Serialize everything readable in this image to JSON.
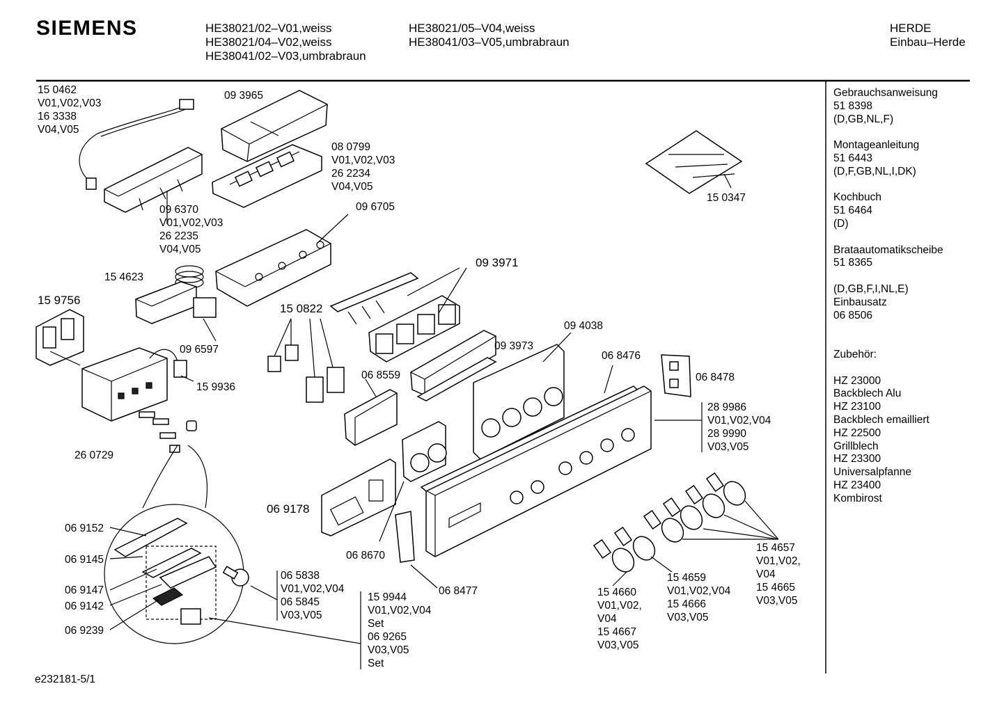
{
  "header": {
    "brand": "SIEMENS",
    "models_col1": [
      "HE38021/02–V01,weiss",
      "HE38021/04–V02,weiss",
      "HE38041/02–V03,umbrabraun"
    ],
    "models_col2": [
      "HE38021/05–V04,weiss",
      "HE38041/03–V05,umbrabraun"
    ],
    "category": "HERDE",
    "subcategory": "Einbau–Herde"
  },
  "labels": {
    "p150462": "15 0462",
    "p150462_v": "V01,V02,V03",
    "p163338": "16 3338",
    "p163338_v": "V04,V05",
    "p093965": "09 3965",
    "p080799": "08 0799",
    "p080799_v": "V01,V02,V03",
    "p262234": "26 2234",
    "p262234_v": "V04,V05",
    "p096370": "09 6370",
    "p096370_v": "V01,V02,V03",
    "p262235": "26 2235",
    "p262235_v": "V04,V05",
    "p096705": "09 6705",
    "p154623": "15 4623",
    "p159756": "15 9756",
    "p096597": "09 6597",
    "p159936": "15 9936",
    "p260729": "26 0729",
    "p150347": "15 0347",
    "p093971": "09 3971",
    "p150822": "15 0822",
    "p094038": "09 4038",
    "p093973": "09 3973",
    "p068476": "06 8476",
    "p068478": "06 8478",
    "p068559": "06 8559",
    "p289986": "28 9986",
    "p289986_v": "V01,V02,V04",
    "p289990": "28 9990",
    "p289990_v": "V03,V05",
    "p069178": "06 9178",
    "p068670": "06 8670",
    "p068477": "06 8477",
    "p069152": "06 9152",
    "p069145": "06 9145",
    "p069147": "06 9147",
    "p069142": "06 9142",
    "p069239": "06 9239",
    "p065838": "06 5838",
    "p065838_v": "V01,V02,V04",
    "p065845": "06 5845",
    "p065845_v": "V03,V05",
    "p159944": "15 9944",
    "p159944_v": "V01,V02,V04",
    "p159944_s": "Set",
    "p069265": "06 9265",
    "p069265_v": "V03,V05",
    "p069265_s": "Set",
    "p154657": "15 4657",
    "p154657_v1": "V01,V02,",
    "p154657_v2": "V04",
    "p154665": "15 4665",
    "p154665_v": "V03,V05",
    "p154659": "15 4659",
    "p154659_v": "V01,V02,V04",
    "p154666": "15 4666",
    "p154666_v": "V03,V05",
    "p154660": "15 4660",
    "p154660_v1": "V01,V02,",
    "p154660_v2": "V04",
    "p154667": "15 4667",
    "p154667_v": "V03,V05"
  },
  "sidebar": [
    "Gebrauchsanweisung",
    "51 8398",
    "(D,GB,NL,F)",
    "",
    "Montageanleitung",
    "51 6443",
    "(D,F,GB,NL,I,DK)",
    "",
    "Kochbuch",
    "51 6464",
    "(D)",
    "",
    "Brataautomatikscheibe",
    "51 8365",
    "",
    "(D,GB,F,I,NL,E)",
    "Einbausatz",
    "06 8506",
    "",
    "",
    "Zubehör:",
    "",
    "HZ 23000",
    "Backblech Alu",
    "HZ 23100",
    "Backblech emailliert",
    "HZ 22500",
    "Grillblech",
    "HZ 23300",
    "Universalpfanne",
    "HZ 23400",
    "Kombirost"
  ],
  "footer": {
    "drawing_id": "e232181-5/1"
  }
}
